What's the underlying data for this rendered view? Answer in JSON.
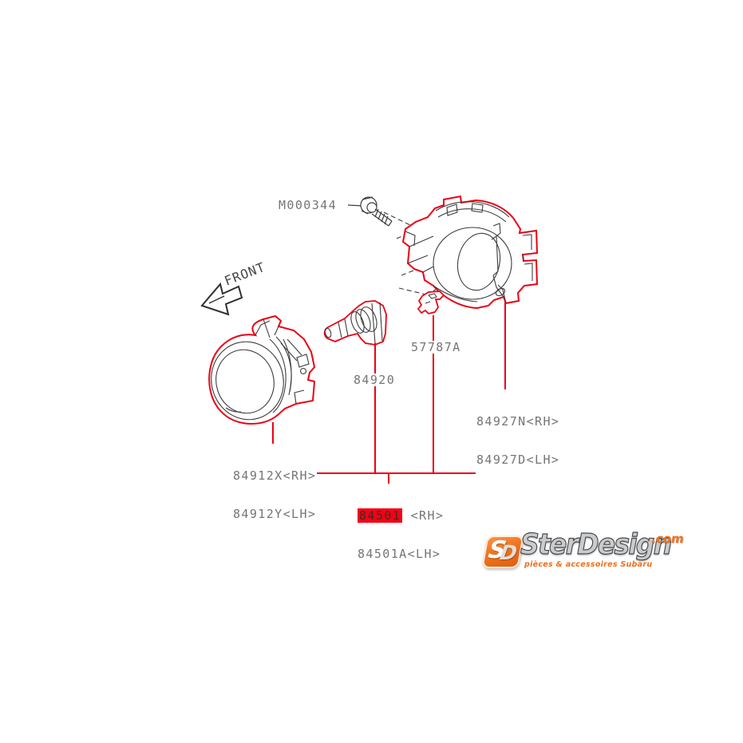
{
  "diagram": {
    "front_label": "FRONT",
    "parts": {
      "screw": {
        "code": "M000344"
      },
      "bulb": {
        "code": "84920"
      },
      "clip": {
        "code": "57787A"
      },
      "bracket": {
        "code_rh": "84927N<RH>",
        "code_lh": "84927D<LH>"
      },
      "housing": {
        "code_rh": "84912X<RH>",
        "code_lh": "84912Y<LH>"
      },
      "fog_lamp_assy": {
        "code_rh": "84501",
        "side_rh": " <RH>",
        "code_lh": "84501A<LH>",
        "highlight_color": "#f70013"
      }
    }
  },
  "logo": {
    "monogram_s": "S",
    "monogram_d": "D",
    "name": "SterDesign",
    "tld": ".com",
    "tagline": "pièces & accessoires Subaru",
    "orange": "#f0731e"
  },
  "colors": {
    "leader_red": "#ec0013",
    "line_dark": "#3d3d3d",
    "label_gray": "#757575"
  }
}
